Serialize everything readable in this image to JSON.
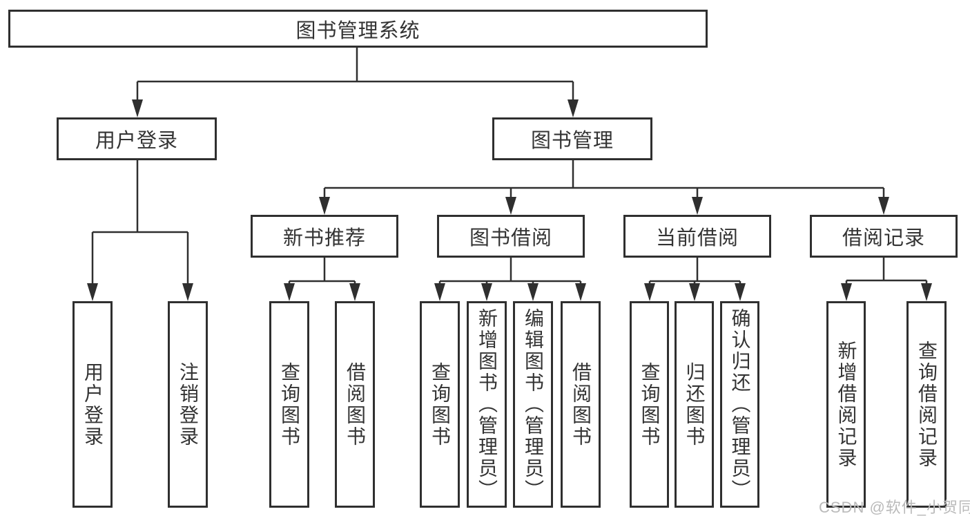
{
  "watermark": "CSDN @软件_小贺同学",
  "colors": {
    "line": "#2f2f2f",
    "text": "#333333",
    "background": "#ffffff",
    "watermark": "#bababa"
  },
  "tree": {
    "root": {
      "label": "图书管理系统"
    },
    "level2": [
      {
        "label": "用户登录",
        "children": [
          {
            "label": "用户登录"
          },
          {
            "label": "注销登录"
          }
        ]
      },
      {
        "label": "图书管理",
        "children": [
          {
            "label": "新书推荐",
            "children": [
              {
                "label": "查询图书"
              },
              {
                "label": "借阅图书"
              }
            ]
          },
          {
            "label": "图书借阅",
            "children": [
              {
                "label": "查询图书"
              },
              {
                "label": "新增图书（管理员）"
              },
              {
                "label": "编辑图书（管理员）"
              },
              {
                "label": "借阅图书"
              }
            ]
          },
          {
            "label": "当前借阅",
            "children": [
              {
                "label": "查询图书"
              },
              {
                "label": "归还图书"
              },
              {
                "label": "确认归还（管理员）"
              }
            ]
          },
          {
            "label": "借阅记录",
            "children": [
              {
                "label": "新增借阅记录"
              },
              {
                "label": "查询借阅记录"
              }
            ]
          }
        ]
      }
    ]
  }
}
